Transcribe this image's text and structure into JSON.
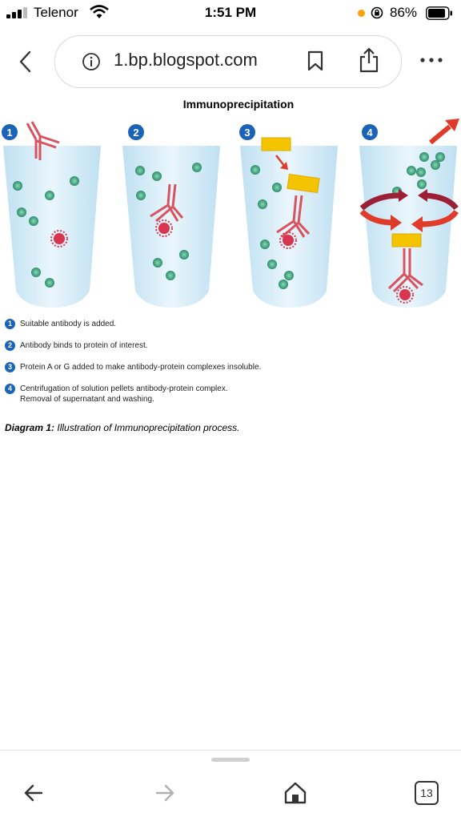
{
  "status_bar": {
    "carrier": "Telenor",
    "time": "1:51 PM",
    "battery_percent": "86%",
    "icons": [
      "signal-icon",
      "wifi-icon",
      "recording-dot-icon",
      "orientation-lock-icon",
      "battery-icon"
    ]
  },
  "browser": {
    "url": "1.bp.blogspot.com",
    "icons": [
      "back-chevron-icon",
      "info-icon",
      "bookmark-icon",
      "share-icon",
      "more-icon"
    ]
  },
  "diagram": {
    "title": "Immunoprecipitation",
    "steps": [
      {
        "number": "1",
        "text": "Suitable antibody is added."
      },
      {
        "number": "2",
        "text": "Antibody binds to protein of interest."
      },
      {
        "number": "3",
        "text": "Protein A or G added to make antibody-protein complexes insoluble."
      },
      {
        "number": "4",
        "text": "Centrifugation of solution pellets antibody-protein complex.",
        "text2": "Removal of supernatant and washing."
      }
    ],
    "caption_label": "Diagram 1:",
    "caption_text": "Illustration of Immunoprecipitation process.",
    "colors": {
      "tube": "#d6ecf8",
      "protein": "#3aa37a",
      "target": "#d8354f",
      "antibody": "#d9535f",
      "protein_ag": "#f5c400",
      "arrow": "#e03a2a",
      "badge": "#1a63b8"
    }
  },
  "toolbar": {
    "tab_count": "13",
    "icons": [
      "nav-back-icon",
      "nav-forward-icon",
      "home-icon",
      "tabs-icon"
    ]
  }
}
